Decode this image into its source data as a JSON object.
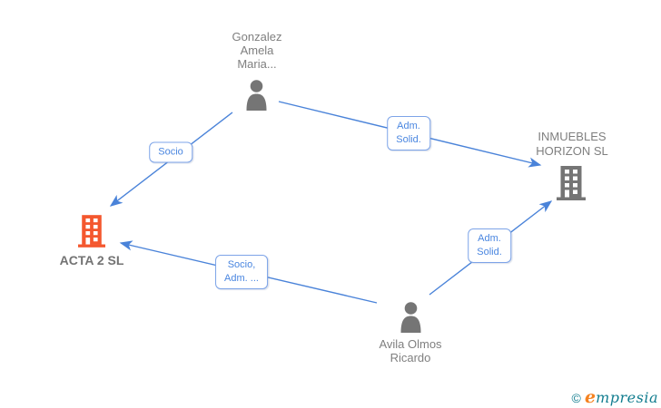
{
  "diagram": {
    "type": "company-relations-graph",
    "colors": {
      "edge": "#4a83d9",
      "edge_label_text": "#4a86e0",
      "edge_label_border": "#7da4e8",
      "node_label_text": "#7f7f7f",
      "person_icon": "#757575",
      "building_icon_gray": "#757575",
      "building_icon_orange": "#f4572e"
    },
    "nodes": [
      {
        "id": "gonzalez-amela-maria",
        "type": "person",
        "icon": "person-icon",
        "label_line1": "Gonzalez",
        "label_line2": "Amela",
        "label_line3": "Maria..."
      },
      {
        "id": "inmuebles-horizon-sl",
        "type": "company",
        "icon": "building-icon",
        "label_line1": "INMUEBLES",
        "label_line2": "HORIZON SL"
      },
      {
        "id": "acta-2-sl",
        "type": "company",
        "icon": "building-icon",
        "label_line1": "ACTA 2 SL"
      },
      {
        "id": "avila-olmos-ricardo",
        "type": "person",
        "icon": "person-icon",
        "label_line1": "Avila Olmos",
        "label_line2": "Ricardo"
      }
    ],
    "edges": [
      {
        "from": "gonzalez-amela-maria",
        "to": "acta-2-sl",
        "label_line1": "Socio"
      },
      {
        "from": "gonzalez-amela-maria",
        "to": "inmuebles-horizon-sl",
        "label_line1": "Adm.",
        "label_line2": "Solid."
      },
      {
        "from": "avila-olmos-ricardo",
        "to": "acta-2-sl",
        "label_line1": "Socio,",
        "label_line2": "Adm. ..."
      },
      {
        "from": "avila-olmos-ricardo",
        "to": "inmuebles-horizon-sl",
        "label_line1": "Adm.",
        "label_line2": "Solid."
      }
    ]
  },
  "watermark": {
    "copyright_symbol": "©",
    "brand_initial": "e",
    "brand_rest": "mpresia"
  }
}
